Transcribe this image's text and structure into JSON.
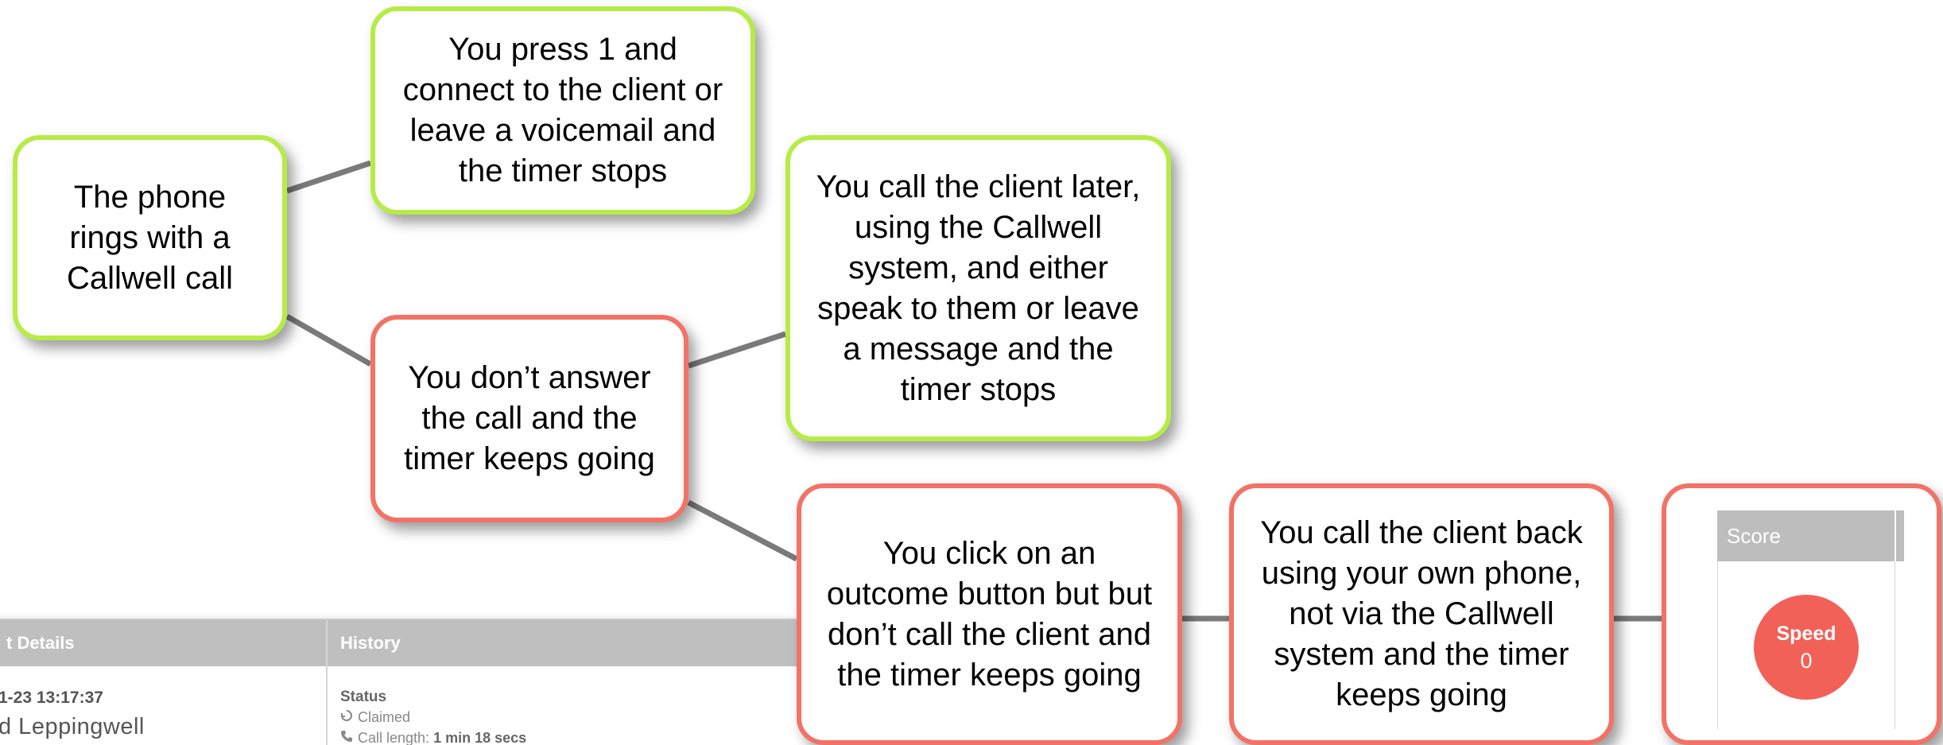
{
  "crm_panel": {
    "details_header": "t Details",
    "history_header": "History",
    "timestamp": "1-23 13:17:37",
    "name": "d Leppingwell",
    "status_label": "Status",
    "status_value": "Claimed",
    "call_length_label": "Call length: ",
    "call_length_value": "1 min 18 secs"
  },
  "flow": {
    "phone_rings": "The phone rings with a Callwell call",
    "press_1": "You press 1 and connect to the client or leave a voicemail and the timer stops",
    "dont_answer": "You don’t answer the call and the timer keeps going",
    "call_later": "You call the client later, using the Callwell system, and either speak to them or leave a message and the timer stops",
    "outcome_no_call": "You click on an outcome button but but don’t call the client and the timer keeps going",
    "own_phone": "You call the client back using your own phone, not via the Callwell system and the timer keeps going"
  },
  "score_widget": {
    "header": "Score",
    "metric_label": "Speed",
    "metric_value": "0"
  },
  "colors": {
    "positive_border": "#b6ec45",
    "negative_border": "#f37266",
    "connector": "#7a7a7a",
    "speed_badge": "#f26157",
    "panel_header": "#bfbfbf"
  },
  "icons": {
    "status": "claimed-icon",
    "call_length": "phone-icon"
  }
}
